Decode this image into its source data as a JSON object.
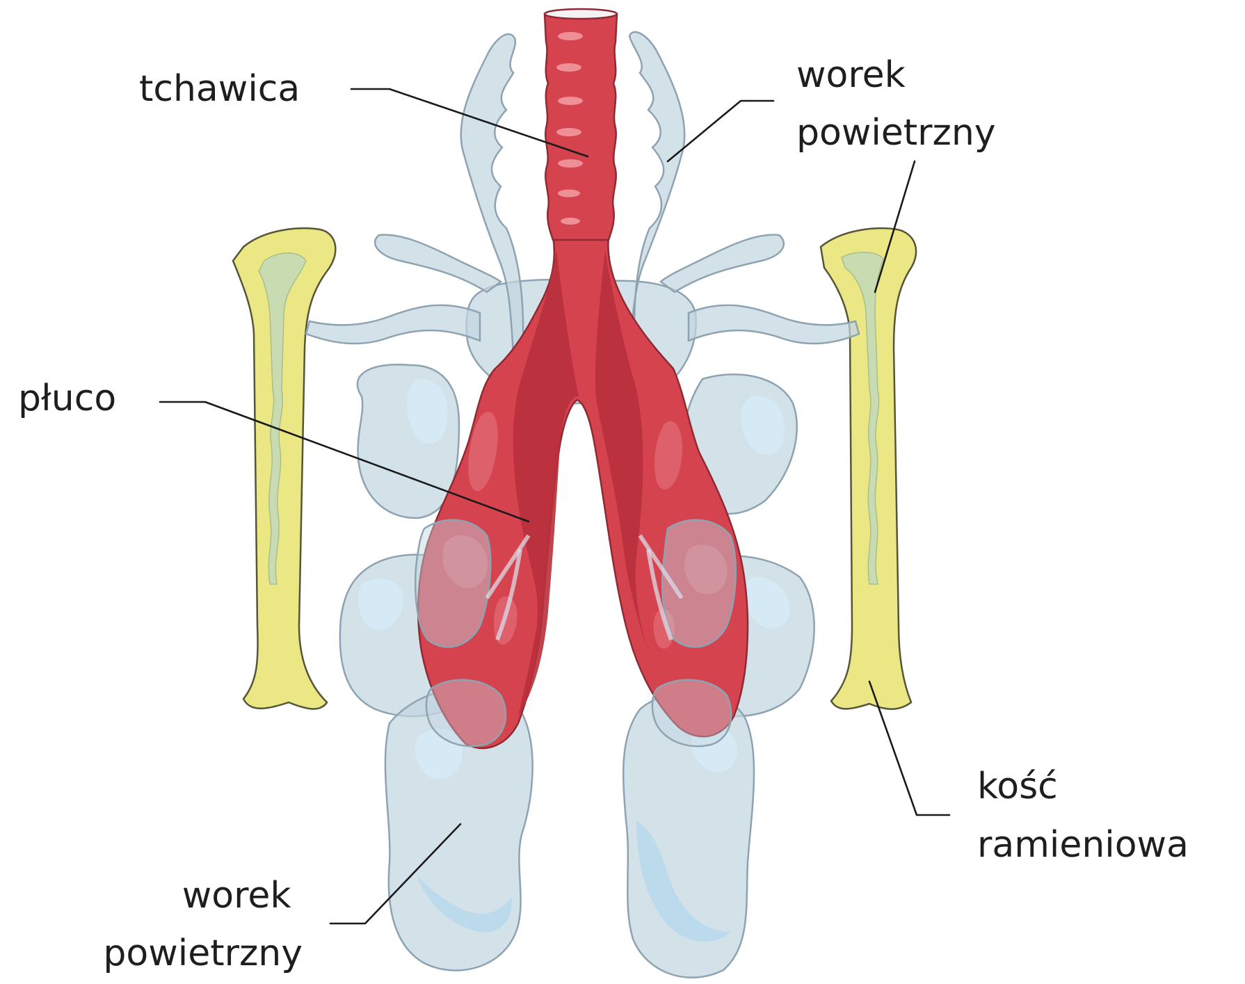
{
  "labels": {
    "trachea": "tchawica",
    "air_sac_top": [
      "worek",
      "powietrzny"
    ],
    "lung": "płuco",
    "humerus": [
      "kość",
      "ramieniowa"
    ],
    "air_sac_bottom": [
      "worek",
      "powietrzny"
    ]
  },
  "colors": {
    "lung": "#d5434f",
    "air_sac": "#c2d5e1",
    "bone": "#ece785",
    "marrow": "#c9dbb0",
    "label_text": "#1e1e1e"
  }
}
